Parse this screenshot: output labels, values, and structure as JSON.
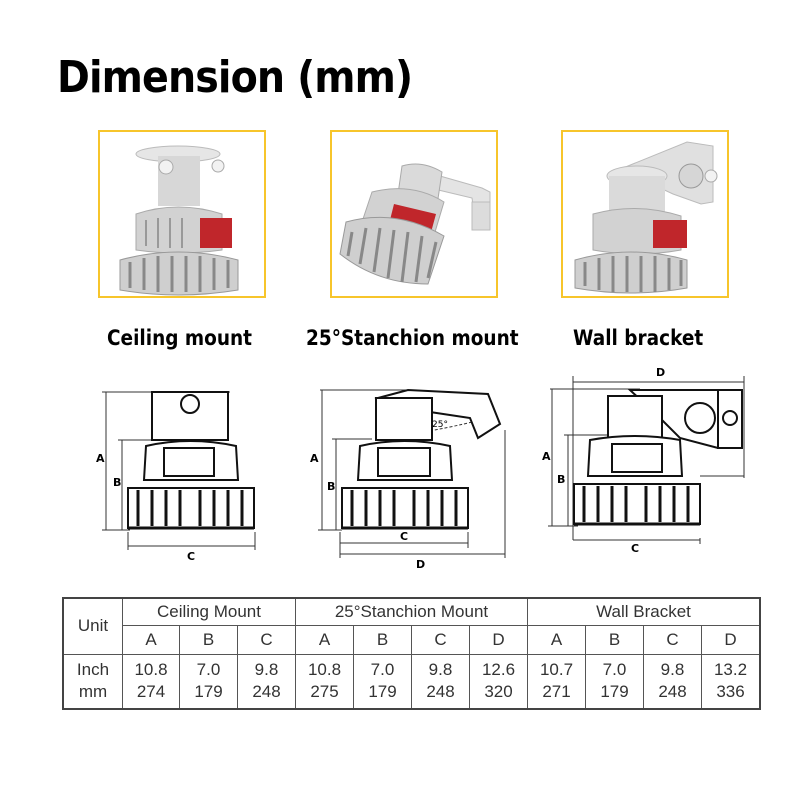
{
  "title": "Dimension (mm)",
  "products": [
    {
      "caption": "Ceiling mount",
      "image_icon": "ceiling-mount-light-photo"
    },
    {
      "caption": "25°Stanchion mount",
      "image_icon": "stanchion-mount-light-photo"
    },
    {
      "caption": "Wall bracket",
      "image_icon": "wall-bracket-light-photo"
    }
  ],
  "drawings": [
    {
      "name": "ceiling-mount-drawing",
      "labels": {
        "A": "A",
        "B": "B",
        "C": "C"
      }
    },
    {
      "name": "stanchion-mount-drawing",
      "labels": {
        "A": "A",
        "B": "B",
        "C": "C",
        "D": "D",
        "angle": "25°"
      }
    },
    {
      "name": "wall-bracket-drawing",
      "labels": {
        "A": "A",
        "B": "B",
        "C": "C",
        "D": "D"
      }
    }
  ],
  "accent_colors": {
    "frame": "#f7c52b",
    "label_panel": "#c0262b",
    "housing": "#d9d9d9"
  },
  "table": {
    "unit_header": "Unit",
    "units": [
      "Inch",
      "mm"
    ],
    "groups": [
      {
        "name": "Ceiling Mount",
        "columns": [
          {
            "key": "A",
            "inch": "10.8",
            "mm": "274"
          },
          {
            "key": "B",
            "inch": "7.0",
            "mm": "179"
          },
          {
            "key": "C",
            "inch": "9.8",
            "mm": "248"
          }
        ]
      },
      {
        "name": "25°Stanchion Mount",
        "columns": [
          {
            "key": "A",
            "inch": "10.8",
            "mm": "275"
          },
          {
            "key": "B",
            "inch": "7.0",
            "mm": "179"
          },
          {
            "key": "C",
            "inch": "9.8",
            "mm": "248"
          },
          {
            "key": "D",
            "inch": "12.6",
            "mm": "320"
          }
        ]
      },
      {
        "name": "Wall Bracket",
        "columns": [
          {
            "key": "A",
            "inch": "10.7",
            "mm": "271"
          },
          {
            "key": "B",
            "inch": "7.0",
            "mm": "179"
          },
          {
            "key": "C",
            "inch": "9.8",
            "mm": "248"
          },
          {
            "key": "D",
            "inch": "13.2",
            "mm": "336"
          }
        ]
      }
    ]
  }
}
